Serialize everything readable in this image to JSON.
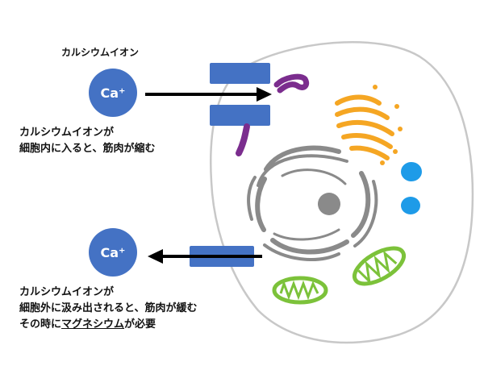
{
  "title_label": "カルシウムイオン",
  "ion_label": "Ca⁺",
  "influx_caption": [
    "カルシウムイオンが",
    "細胞内に入ると、筋肉が縮む"
  ],
  "efflux_caption": {
    "line1": "カルシウムイオンが",
    "line2": "細胞外に汲み出されると、筋肉が緩む",
    "line3_pre": "その時に",
    "line3_key": "マグネシウム",
    "line3_post": "が必要"
  },
  "colors": {
    "ion": "#4472c4",
    "channel": "#4472c4",
    "cell_outline": "#c8c8c8",
    "nucleus": "#8a8a8a",
    "golgi": "#f5a623",
    "mitochondria": "#7cc23a",
    "vesicle": "#1e9be8",
    "purple": "#7b2d8e",
    "arrow": "#000000"
  }
}
